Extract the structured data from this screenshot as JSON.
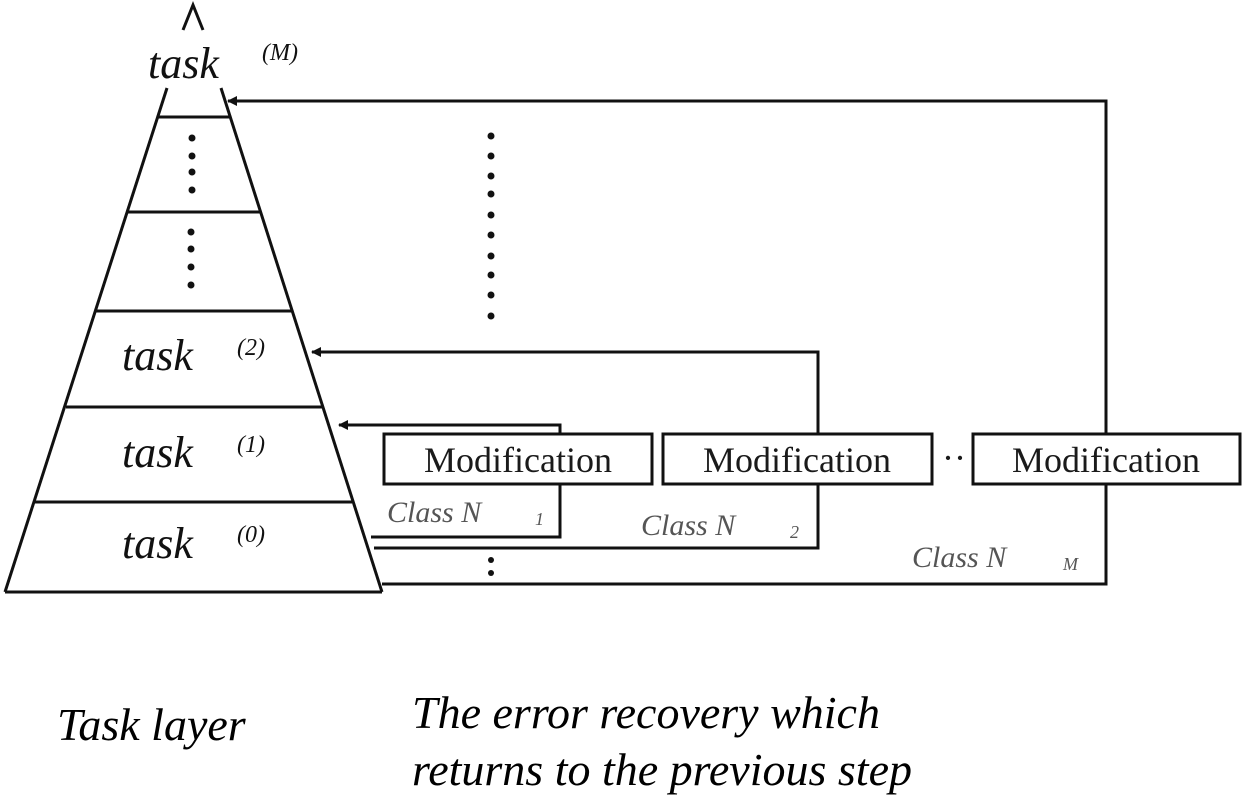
{
  "pyramid": {
    "top_label": {
      "base": "task",
      "sup": "(M)"
    },
    "layers": [
      {
        "base": "task",
        "sup": "(2)"
      },
      {
        "base": "task",
        "sup": "(1)"
      },
      {
        "base": "task",
        "sup": "(0)"
      }
    ],
    "ellipsis_layers": 2,
    "top_caret": "^"
  },
  "modifications": [
    {
      "label": "Modification",
      "class_label": "Class N",
      "class_sub": "1",
      "returns_to": "task (1)"
    },
    {
      "label": "Modification",
      "class_label": "Class N",
      "class_sub": "2",
      "returns_to": "task (2)"
    },
    {
      "label": "Modification",
      "class_label": "Class N",
      "class_sub": "M",
      "returns_to": "task (M)"
    }
  ],
  "between_modifications": "··",
  "captions": {
    "left": "Task layer",
    "right_line1": "The error recovery which",
    "right_line2": "returns to the previous step"
  }
}
